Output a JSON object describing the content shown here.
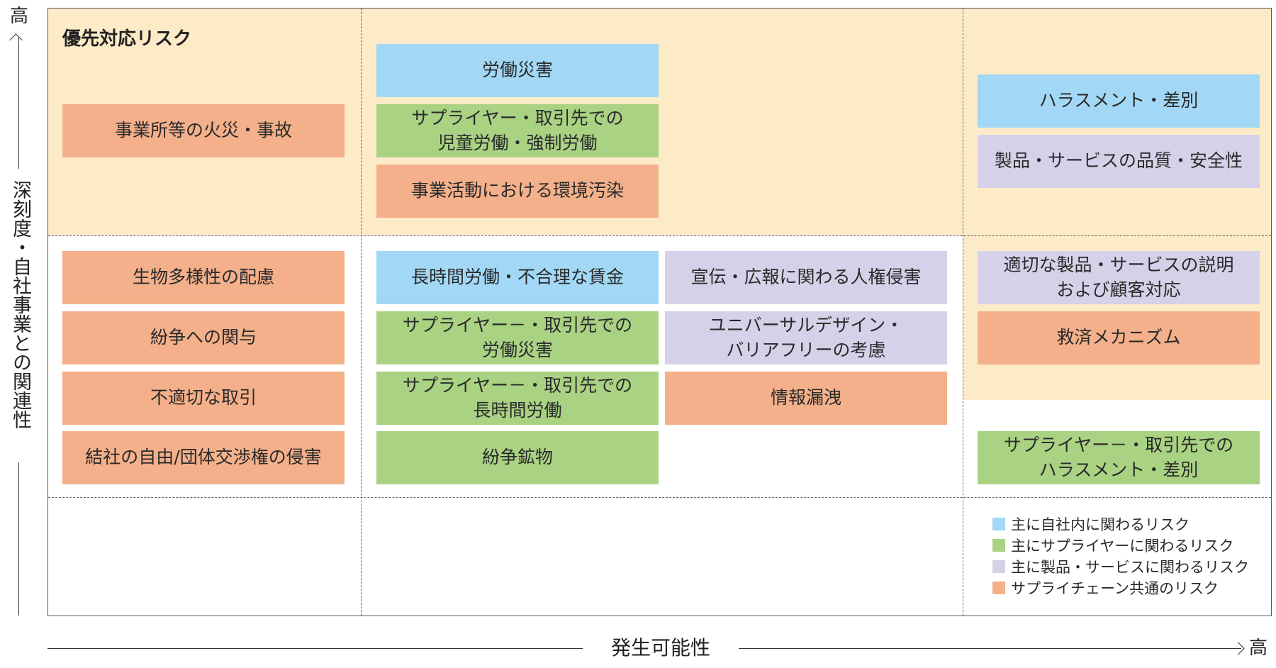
{
  "axes": {
    "y_high": "高",
    "y_label": "深刻度・自社事業との関連性",
    "x_label": "発生可能性",
    "x_high": "高"
  },
  "priority_zone": {
    "title": "優先対応リスク",
    "color": "#fdebc8"
  },
  "colors": {
    "blue": "#a2d8f5",
    "green": "#a9d283",
    "purple": "#d5d1e8",
    "orange": "#f3b08a"
  },
  "risks": [
    {
      "label": "事業所等の火災・事故",
      "category": "orange"
    },
    {
      "label": "労働災害",
      "category": "blue"
    },
    {
      "label": "サプライヤー・取引先での\n児童労働・強制労働",
      "category": "green"
    },
    {
      "label": "事業活動における環境汚染",
      "category": "orange"
    },
    {
      "label": "ハラスメント・差別",
      "category": "blue"
    },
    {
      "label": "製品・サービスの品質・安全性",
      "category": "purple"
    },
    {
      "label": "生物多様性の配慮",
      "category": "orange"
    },
    {
      "label": "紛争への関与",
      "category": "orange"
    },
    {
      "label": "不適切な取引",
      "category": "orange"
    },
    {
      "label": "結社の自由/団体交渉権の侵害",
      "category": "orange"
    },
    {
      "label": "長時間労働・不合理な賃金",
      "category": "blue"
    },
    {
      "label": "サプライヤー－・取引先での\n労働災害",
      "category": "green"
    },
    {
      "label": "サプライヤー－・取引先での\n長時間労働",
      "category": "green"
    },
    {
      "label": "紛争鉱物",
      "category": "green"
    },
    {
      "label": "宣伝・広報に関わる人権侵害",
      "category": "purple"
    },
    {
      "label": "ユニバーサルデザイン・\nバリアフリーの考慮",
      "category": "purple"
    },
    {
      "label": "情報漏洩",
      "category": "orange"
    },
    {
      "label": "適切な製品・サービスの説明\nおよび顧客対応",
      "category": "purple"
    },
    {
      "label": "救済メカニズム",
      "category": "orange"
    },
    {
      "label": "サプライヤー－・取引先での\nハラスメント・差別",
      "category": "green"
    }
  ],
  "legend": [
    {
      "label": "主に自社内に関わるリスク",
      "category": "blue"
    },
    {
      "label": "主にサプライヤーに関わるリスク",
      "category": "green"
    },
    {
      "label": "主に製品・サービスに関わるリスク",
      "category": "purple"
    },
    {
      "label": "サプライチェーン共通のリスク",
      "category": "orange"
    }
  ]
}
